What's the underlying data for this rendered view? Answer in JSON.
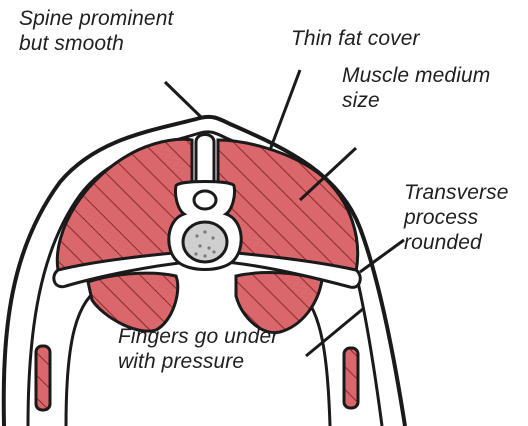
{
  "labels": {
    "spine": [
      "Spine prominent",
      "but smooth"
    ],
    "fat": [
      "Thin fat cover"
    ],
    "muscle": [
      "Muscle medium",
      "size"
    ],
    "transverse": [
      "Transverse",
      "process",
      "rounded"
    ],
    "fingers": [
      "Fingers go under",
      "with pressure"
    ]
  },
  "colors": {
    "muscle_fill": "#d9676b",
    "outline": "#1a1a1a",
    "bone_fill": "#ffffff",
    "marrow_fill": "#cfcfcf",
    "text": "#1f1f1f"
  }
}
